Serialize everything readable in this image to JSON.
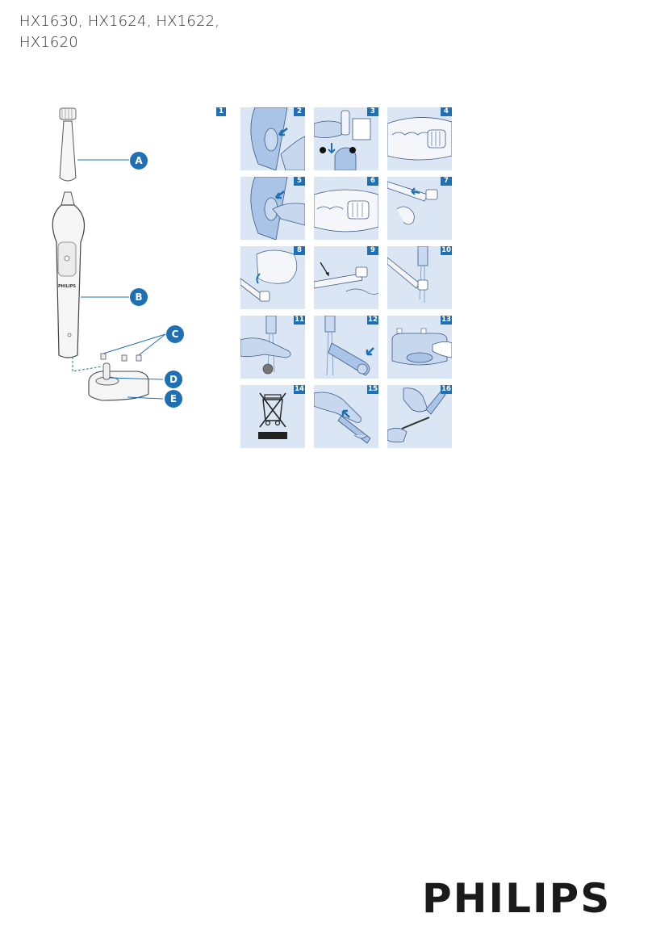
{
  "models": {
    "line1": "HX1630, HX1624, HX1622,",
    "line2": "HX1620"
  },
  "figure1": {
    "number": "1",
    "callouts": [
      {
        "id": "A"
      },
      {
        "id": "B"
      },
      {
        "id": "C"
      },
      {
        "id": "D"
      },
      {
        "id": "E"
      }
    ],
    "handle_brand": "PHILIPS"
  },
  "steps": [
    {
      "n": "2",
      "icon": "power-button-press-icon"
    },
    {
      "n": "3",
      "icon": "attach-brush-head-icon"
    },
    {
      "n": "4",
      "icon": "brush-on-teeth-icon"
    },
    {
      "n": "5",
      "icon": "power-button-press-icon"
    },
    {
      "n": "6",
      "icon": "brush-in-mouth-icon"
    },
    {
      "n": "7",
      "icon": "brush-angle-teeth-icon"
    },
    {
      "n": "8",
      "icon": "brush-inner-teeth-icon"
    },
    {
      "n": "9",
      "icon": "brush-head-detail-icon"
    },
    {
      "n": "10",
      "icon": "rinse-brush-icon"
    },
    {
      "n": "11",
      "icon": "rinse-hand-icon"
    },
    {
      "n": "12",
      "icon": "rinse-handle-icon"
    },
    {
      "n": "13",
      "icon": "clean-charger-icon"
    },
    {
      "n": "14",
      "icon": "weee-disposal-icon"
    },
    {
      "n": "15",
      "icon": "open-handle-icon"
    },
    {
      "n": "16",
      "icon": "remove-battery-icon"
    }
  ],
  "brand": "PHILIPS",
  "colors": {
    "accent": "#1f6fb4",
    "panel": "#dbe6f4",
    "callout": "#1f6fb4"
  }
}
